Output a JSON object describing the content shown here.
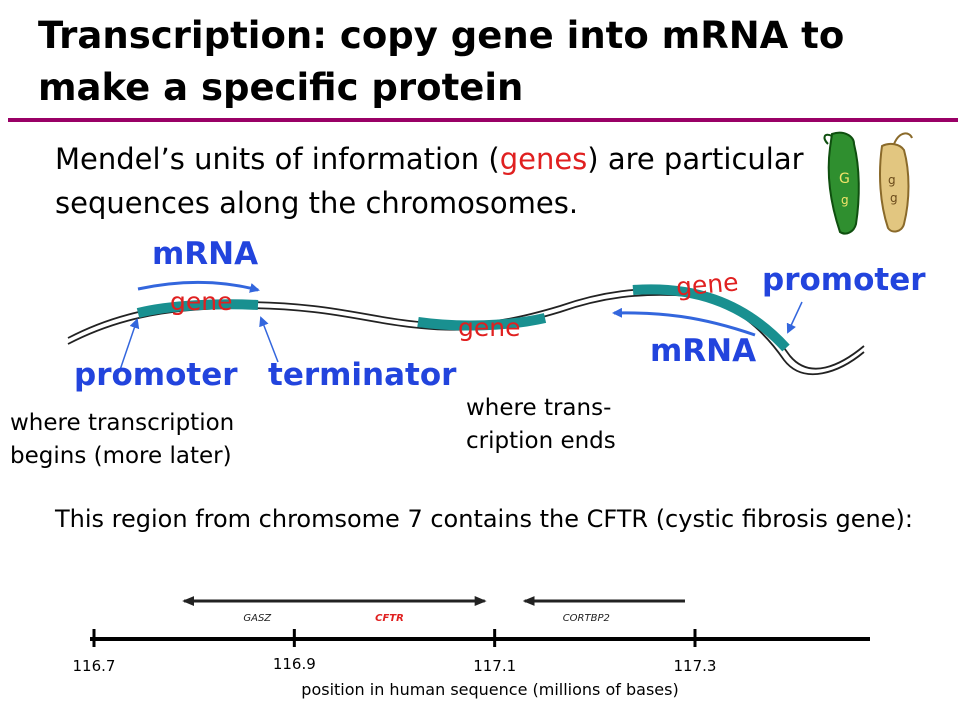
{
  "title": "Transcription: copy gene into mRNA to make a specific protein",
  "intro": {
    "before": "Mendel’s units of information (",
    "highlight": "genes",
    "after": ") are particular sequences along the chromosomes."
  },
  "pea_pods": {
    "green_pod": [
      "G",
      "g"
    ],
    "yellow_pod": [
      "g",
      "g"
    ]
  },
  "diagram": {
    "mrna_left": "mRNA",
    "mrna_right": "mRNA",
    "gene_labels": [
      "gene",
      "gene",
      "gene"
    ],
    "promoter_left": "promoter",
    "terminator": "terminator",
    "promoter_right": "promoter",
    "note_promoter": "where transcription begins (more later)",
    "note_terminator": "where trans-cription ends"
  },
  "cftr_text": "This region from chromsome 7 contains the CFTR (cystic fibrosis gene):",
  "gene_map": {
    "genes": [
      {
        "name": "GASZ",
        "start": 116.92,
        "end": 116.79,
        "color": "#222222"
      },
      {
        "name": "CFTR",
        "start": 116.9,
        "end": 117.09,
        "color": "#e02020"
      },
      {
        "name": "CORTBP2",
        "start": 117.29,
        "end": 117.13,
        "color": "#222222"
      }
    ],
    "axis": {
      "min": 116.7,
      "max": 117.3
    },
    "ticks": [
      {
        "value": 116.7,
        "label": "116.7"
      },
      {
        "value": 116.9,
        "label": "116.9"
      },
      {
        "value": 117.1,
        "label": "117.1"
      },
      {
        "value": 117.3,
        "label": "117.3"
      }
    ],
    "xlabel": "position in human sequence (millions of bases)"
  }
}
